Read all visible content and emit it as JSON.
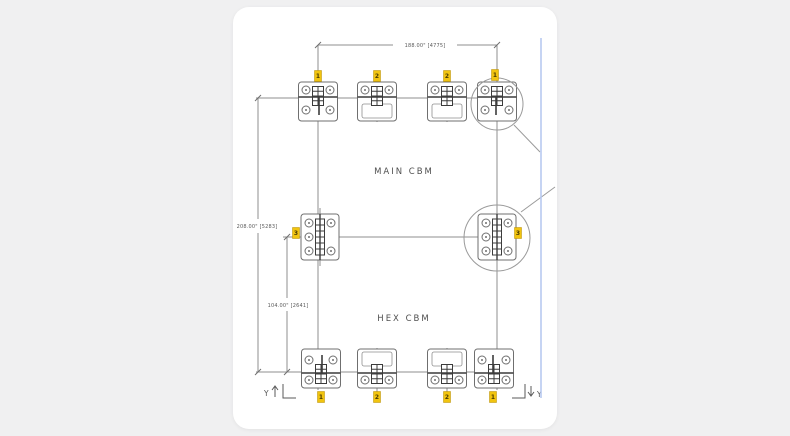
{
  "window": {
    "background_color": "#f0f0f1",
    "card_color": "#ffffff"
  },
  "drawing": {
    "zone_labels": {
      "main": "MAIN  CBM",
      "hex": "HEX  CBM"
    },
    "dimensions": {
      "top_width": "188.00\" [4775]",
      "left_overall_height": "208.00\" [5283]",
      "left_half_height": "104.00\" [2641]"
    },
    "datum": {
      "left_label": "Y",
      "right_label": "Y"
    },
    "tags": {
      "top": [
        "1",
        "2",
        "2",
        "1"
      ],
      "middle": [
        "3",
        "3"
      ],
      "bottom": [
        "1",
        "2",
        "2",
        "1"
      ]
    },
    "colors": {
      "line": "#8f8f8f",
      "connector_stroke": "#6f6f6f",
      "dark_accent": "#3c3c3c",
      "tag_fill": "#f1c40f",
      "blue_edge": "#b7c9f0"
    }
  }
}
